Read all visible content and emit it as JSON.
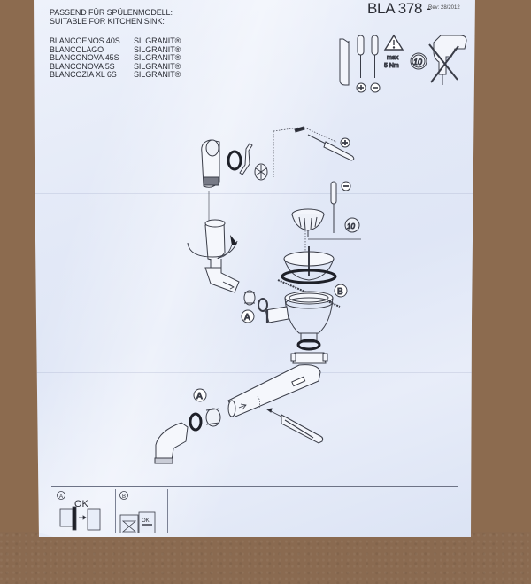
{
  "document": {
    "doc_id": "BLA 378 -",
    "revision": "Rev: 28/2012",
    "heading_de": "PASSEND FÜR SPÜLENMODELL:",
    "heading_en": "SUITABLE FOR KITCHEN SINK:",
    "models": [
      {
        "name": "BLANCOENOS 40S",
        "material": "SILGRANIT®"
      },
      {
        "name": "BLANCOLAGO",
        "material": "SILGRANIT®"
      },
      {
        "name": "BLANCONOVA 45S",
        "material": "SILGRANIT®"
      },
      {
        "name": "BLANCONOVA 5S",
        "material": "SILGRANIT®"
      },
      {
        "name": "BLANCOZIA XL 6S",
        "material": "SILGRANIT®"
      }
    ]
  },
  "tools_panel": {
    "icons": [
      "hacksaw-icon",
      "phillips-screwdriver-icon",
      "flat-screwdriver-icon",
      "warning-icon",
      "coin-10-icon",
      "no-power-drill-icon"
    ],
    "plus_symbol": "+",
    "minus_symbol": "−",
    "torque_label_1": "max",
    "torque_label_2": "5 Nm",
    "coin_label": "10"
  },
  "diagram": {
    "step_markers": {
      "plus": "+",
      "minus": "−",
      "coin": "10"
    },
    "callouts": {
      "a1": "A",
      "b": "B",
      "a2": "A"
    }
  },
  "footer": {
    "panel_a_label": "A",
    "panel_a_ok": "OK",
    "panel_b_label": "B",
    "panel_b_ok": "OK"
  },
  "colors": {
    "paper": "#e3e9f7",
    "ink": "#2a2c34",
    "cardboard": "#8c6b4f"
  }
}
